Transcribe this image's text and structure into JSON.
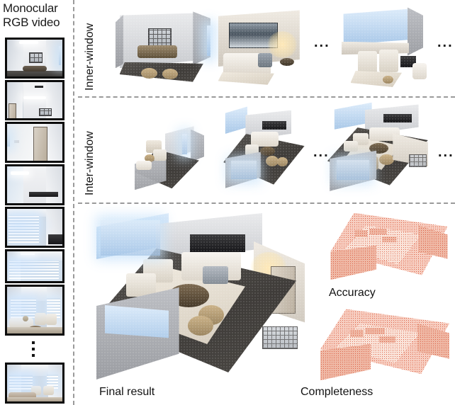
{
  "figure": {
    "title": "3D scene reconstruction pipeline overview",
    "input_title": "Monocular\nRGB video",
    "input_title_line1": "Monocular",
    "input_title_line2": "RGB video",
    "vertical_ellipsis": "⋮",
    "horizontal_ellipsis": "..."
  },
  "input_column": {
    "label": "Monocular RGB video",
    "frames": [
      {
        "id": "frame-1",
        "caption": "room with framed window and sideboard"
      },
      {
        "id": "frame-2",
        "caption": "ceiling light and doorway"
      },
      {
        "id": "frame-3",
        "caption": "open door and white wall"
      },
      {
        "id": "frame-4",
        "caption": "ceiling panel light and dark shelf"
      },
      {
        "id": "frame-5",
        "caption": "bright window blinds"
      },
      {
        "id": "frame-6",
        "caption": "window wall, daylight"
      },
      {
        "id": "frame-7",
        "caption": "living room with armchairs and coffee table"
      },
      {
        "id": "frame-8",
        "caption": "living room with sofa and chairs"
      }
    ],
    "ellipsis": "⋮"
  },
  "rows": [
    {
      "id": "inner-window",
      "label": "Inner-window",
      "tiles": [
        {
          "id": "inner-tile-1",
          "caption": "partial reconstruction: back wall with framed grid window, sideboard and two round ottomans"
        },
        {
          "id": "inner-tile-2",
          "caption": "partial reconstruction: sofa, seascape artwork, table lamp"
        },
        {
          "id": "inner-tile-3",
          "caption": "partial reconstruction: window wall with two armchairs"
        }
      ],
      "ellipses": [
        "...",
        "..."
      ]
    },
    {
      "id": "inter-window",
      "label": "Inter-window",
      "tiles": [
        {
          "id": "inter-tile-1",
          "caption": "fused sub-map: corner of room with armchairs"
        },
        {
          "id": "inter-tile-2",
          "caption": "fused sub-map: larger portion with sofa and TV wall"
        },
        {
          "id": "inter-tile-3",
          "caption": "fused sub-map: nearly complete living room"
        }
      ],
      "ellipses": [
        "...",
        "..."
      ]
    }
  ],
  "results": {
    "final": {
      "label": "Final result",
      "caption": "complete point-cloud reconstruction of living room"
    },
    "metrics": [
      {
        "id": "accuracy",
        "label": "Accuracy",
        "caption": "red error heat-map of reconstruction accuracy"
      },
      {
        "id": "completeness",
        "label": "Completeness",
        "caption": "red error heat-map of reconstruction completeness"
      }
    ]
  },
  "colors": {
    "background": "#ffffff",
    "divider": "#9a9a9a",
    "text": "#121212",
    "frame_border": "#0c0c0c",
    "error_map": "#d64a2c",
    "error_map_fill": "#f7cfc2",
    "window_glow": "#c8e2fa"
  }
}
